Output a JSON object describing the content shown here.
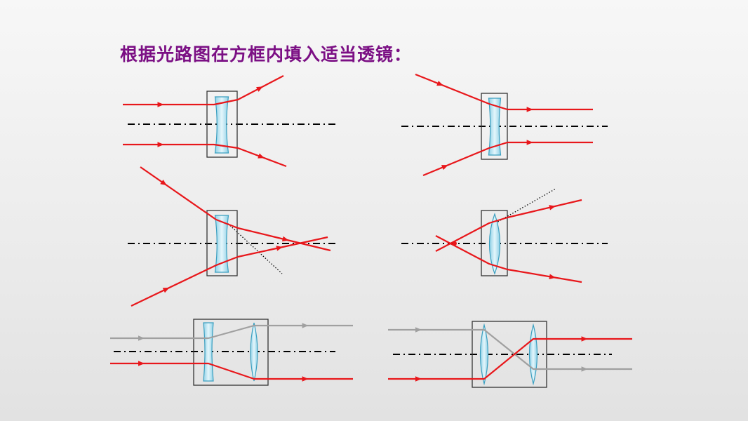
{
  "title": "根据光路图在方框内填入适当透镜：",
  "colors": {
    "title": "#7b0f84",
    "ray": "#e8171b",
    "ray_secondary": "#a0a0a0",
    "axis": "#000000",
    "lens_fill": "#bfe6f2",
    "lens_stroke": "#3a9fc0",
    "box_stroke": "#333333"
  },
  "panels": [
    {
      "position": "top-left",
      "lenses": [
        "concave"
      ]
    },
    {
      "position": "top-right",
      "lenses": [
        "concave"
      ]
    },
    {
      "position": "middle-left",
      "lenses": [
        "concave"
      ]
    },
    {
      "position": "middle-right",
      "lenses": [
        "convex"
      ]
    },
    {
      "position": "bottom-left",
      "lenses": [
        "concave",
        "convex"
      ]
    },
    {
      "position": "bottom-right",
      "lenses": [
        "convex",
        "convex"
      ]
    }
  ]
}
